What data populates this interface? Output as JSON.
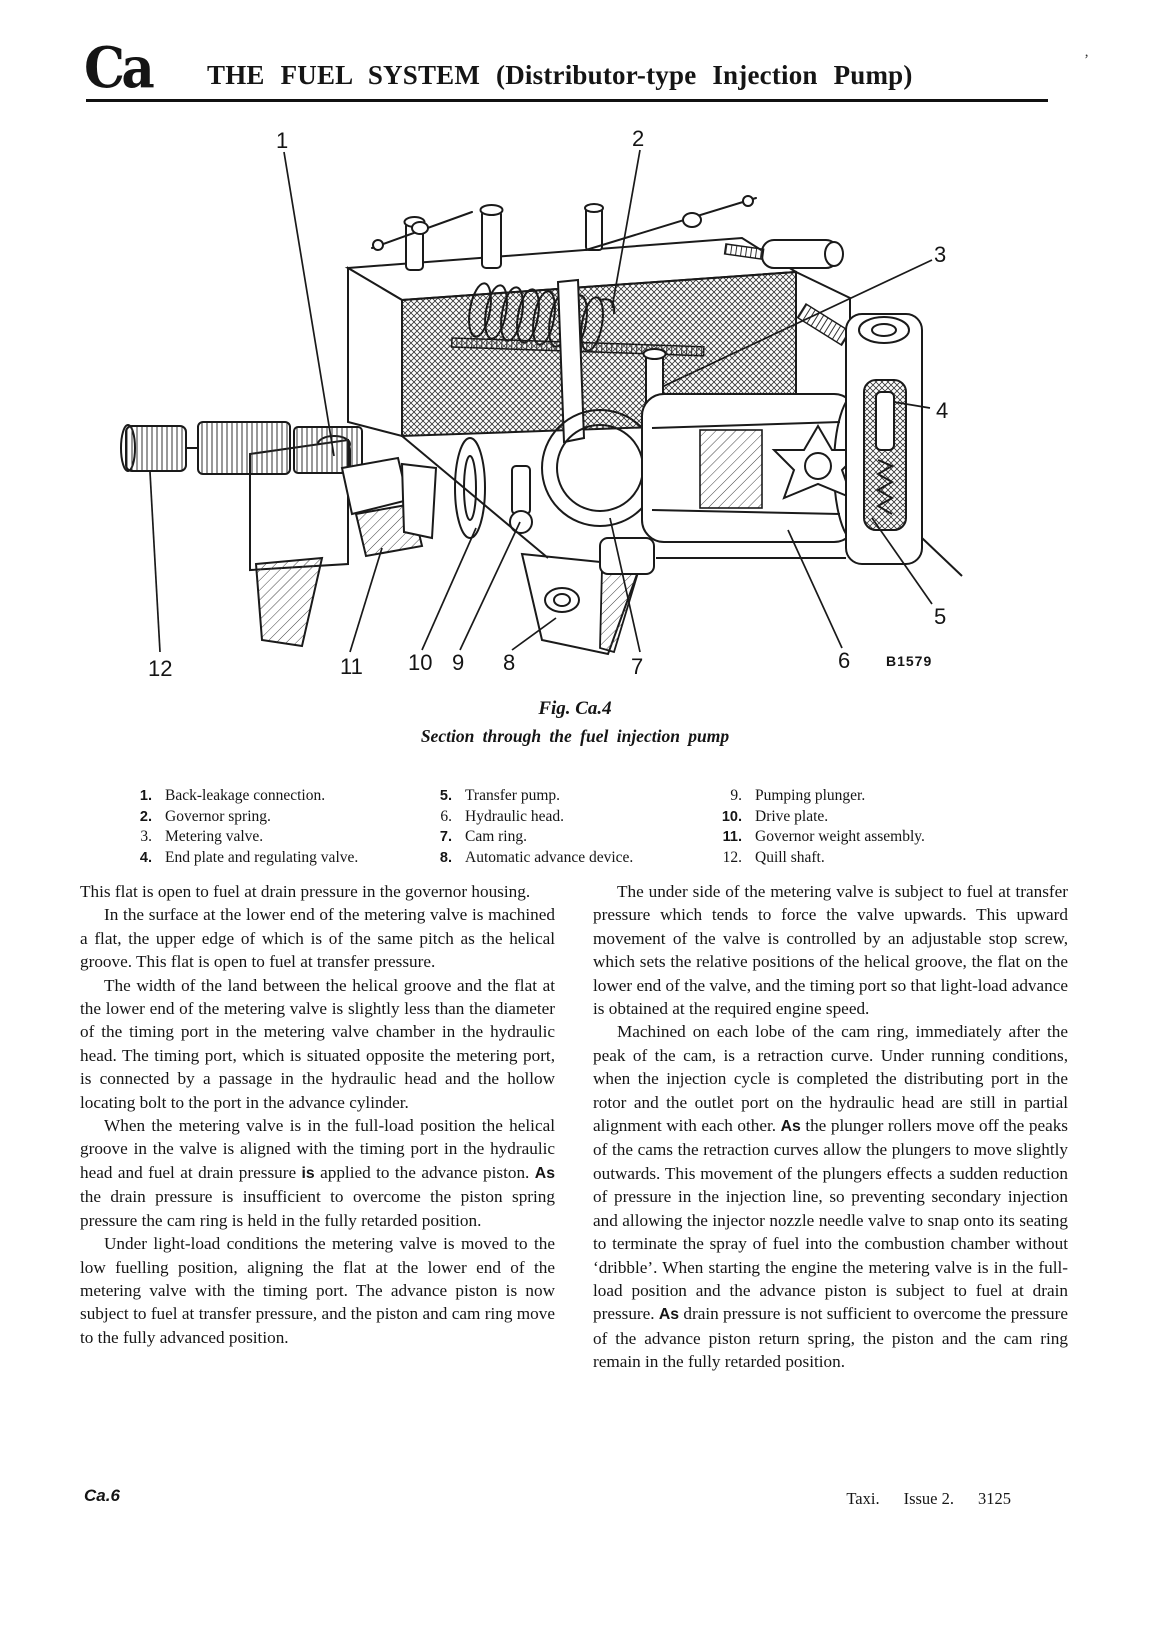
{
  "header": {
    "logo": "Ca",
    "title": "THE FUEL SYSTEM (Distributor-type Injection Pump)",
    "corner_mark": "’"
  },
  "figure": {
    "caption_fig": "Fig. Ca.4",
    "caption_title": "Section through the fuel injection pump",
    "plate_code": "B1579",
    "callouts": [
      "1",
      "2",
      "3",
      "4",
      "5",
      "6",
      "7",
      "8",
      "9",
      "10",
      "11",
      "12"
    ],
    "legend": {
      "col1": [
        {
          "num": "1.",
          "bold": true,
          "label": "Back-leakage connection."
        },
        {
          "num": "2.",
          "bold": true,
          "label": "Governor spring."
        },
        {
          "num": "3.",
          "bold": false,
          "label": "Metering valve."
        },
        {
          "num": "4.",
          "bold": true,
          "label": "End plate and regulating valve."
        }
      ],
      "col2": [
        {
          "num": "5.",
          "bold": true,
          "label": "Transfer pump."
        },
        {
          "num": "6.",
          "bold": false,
          "label": "Hydraulic head."
        },
        {
          "num": "7.",
          "bold": true,
          "label": "Cam ring."
        },
        {
          "num": "8.",
          "bold": true,
          "label": "Automatic advance device."
        }
      ],
      "col3": [
        {
          "num": "9.",
          "bold": false,
          "label": "Pumping plunger."
        },
        {
          "num": "10.",
          "bold": true,
          "label": "Drive plate."
        },
        {
          "num": "11.",
          "bold": true,
          "label": "Governor weight assembly."
        },
        {
          "num": "12.",
          "bold": false,
          "label": "Quill shaft."
        }
      ]
    }
  },
  "body": {
    "left": [
      {
        "indent": false,
        "segments": [
          {
            "t": "This flat is open to fuel at drain pressure in the governor housing."
          }
        ]
      },
      {
        "indent": true,
        "segments": [
          {
            "t": "In the surface at the lower end of the metering valve is machined a flat, the upper edge of which is of the same pitch as the helical groove. This flat is open to fuel at transfer pressure."
          }
        ]
      },
      {
        "indent": true,
        "segments": [
          {
            "t": "The width of the land between the helical groove and the flat at the lower end of the metering valve is slightly less than the diameter of the timing port in the metering valve chamber in the hydraulic head. The timing port, which is situated opposite the metering port, is connected by a passage in the hydraulic head and the hollow locating bolt to the port in the advance cylinder."
          }
        ]
      },
      {
        "indent": true,
        "segments": [
          {
            "t": "When the metering valve is in the full-load position the helical groove in the valve is aligned with the timing port in the hydraulic head and fuel at drain pressure "
          },
          {
            "t": "is",
            "b": true
          },
          {
            "t": " applied to the advance piston. "
          },
          {
            "t": "As",
            "b": true
          },
          {
            "t": " the drain pressure is insufficient to overcome the piston spring pressure the cam ring is held in the fully retarded position."
          }
        ]
      },
      {
        "indent": true,
        "segments": [
          {
            "t": "Under light-load conditions the metering valve is moved to the low fuelling position, aligning the flat at the lower end of the metering valve with the timing port. The advance piston is now subject to fuel at transfer pressure, and the piston and cam ring move to the fully advanced position."
          }
        ]
      }
    ],
    "right": [
      {
        "indent": true,
        "segments": [
          {
            "t": "The under side of the metering valve is subject to fuel at transfer pressure which tends to force the valve upwards. This upward movement of the valve is controlled by an adjustable stop screw, which sets the relative positions of the helical groove, the flat on the lower end of the valve, and the timing port so that light-load advance is obtained at the required engine speed."
          }
        ]
      },
      {
        "indent": true,
        "segments": [
          {
            "t": "Machined on each lobe of the cam ring, immediately after the peak of the cam, is a retraction curve. Under running conditions, when the injection cycle is completed the distributing port in the rotor and the outlet port on the hydraulic head are still in partial alignment with each other. "
          },
          {
            "t": "As",
            "b": true
          },
          {
            "t": " the plunger rollers move off the peaks of the cams the retraction curves allow the plungers to move slightly outwards. This movement of the plungers effects a sudden reduction of pressure in the injection line, so preventing secondary injection and allowing the injector nozzle needle valve to snap onto its seating to terminate the spray of fuel into the combustion chamber without ‘dribble’. When starting the engine the metering valve is in the full-load position and the advance piston is subject to fuel at drain pressure. "
          },
          {
            "t": "As",
            "b": true
          },
          {
            "t": " drain pressure is not sufficient to overcome the pressure of the advance piston return spring, the piston and the cam ring remain in the fully retarded position."
          }
        ]
      }
    ]
  },
  "footer": {
    "page_code": "Ca.6",
    "model": "Taxi.",
    "issue": "Issue 2.",
    "number": "3125"
  }
}
